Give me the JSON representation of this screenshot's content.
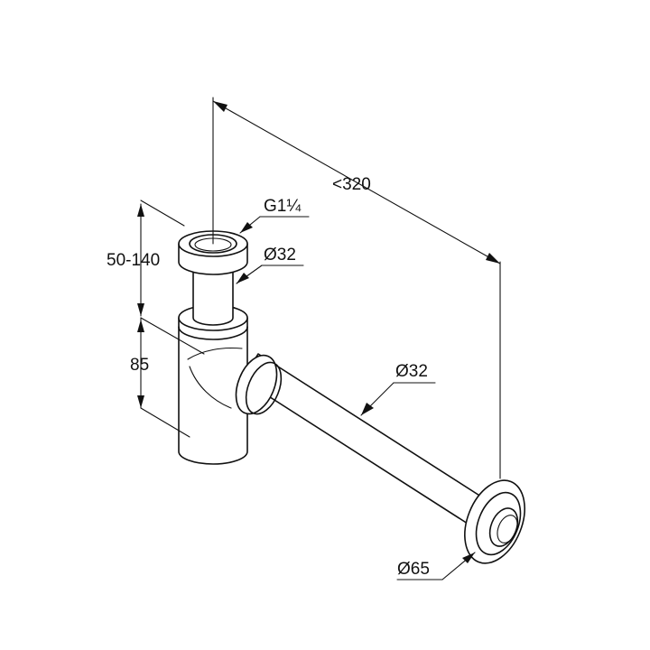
{
  "dimensions": {
    "thread": "G1¼",
    "inlet_diameter": "Ø32",
    "height_range": "50-140",
    "trap_height": "85",
    "length": "<320",
    "pipe_diameter": "Ø32",
    "flange_diameter": "Ø65"
  },
  "colors": {
    "stroke": "#111111",
    "background": "#ffffff"
  }
}
